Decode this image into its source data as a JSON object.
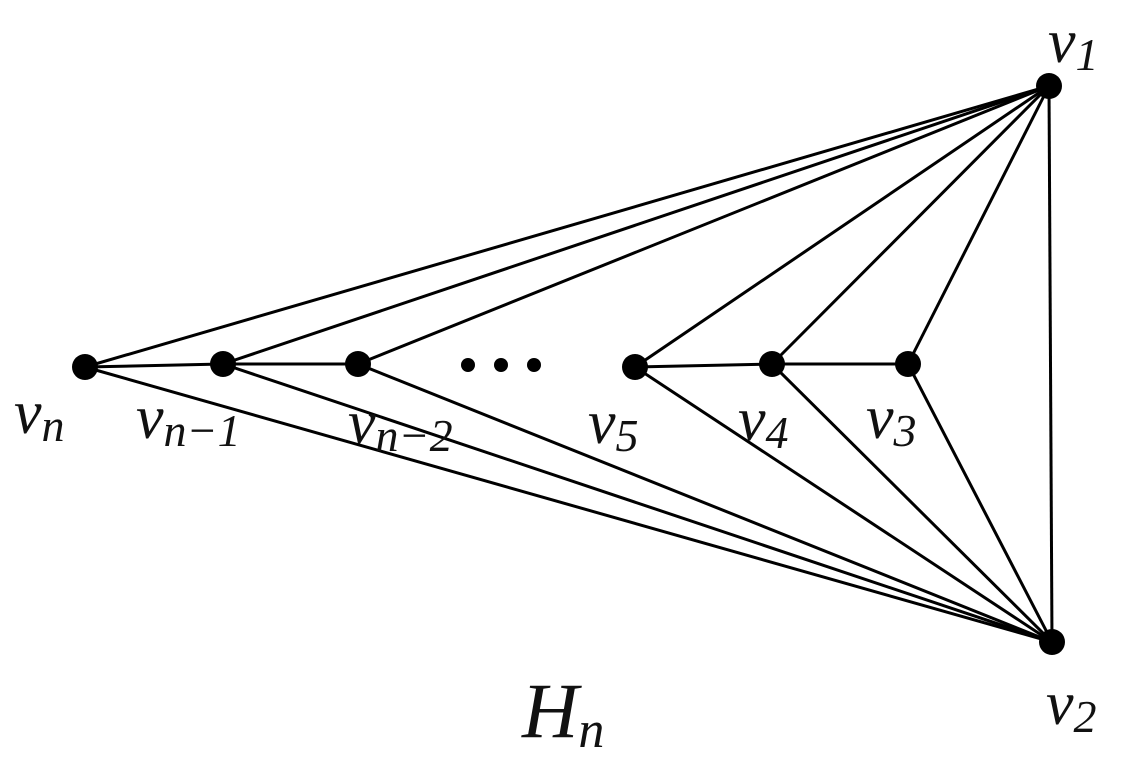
{
  "graph": {
    "title": {
      "main": "H",
      "sub": "n"
    },
    "ellipsis": "⋯",
    "vertices": [
      {
        "id": "v1",
        "base": "v",
        "sub": "1"
      },
      {
        "id": "v2",
        "base": "v",
        "sub": "2"
      },
      {
        "id": "v3",
        "base": "v",
        "sub": "3"
      },
      {
        "id": "v4",
        "base": "v",
        "sub": "4"
      },
      {
        "id": "v5",
        "base": "v",
        "sub": "5"
      },
      {
        "id": "vn-2",
        "base": "v",
        "sub": "n−2"
      },
      {
        "id": "vn-1",
        "base": "v",
        "sub": "n−1"
      },
      {
        "id": "vn",
        "base": "v",
        "sub": "n"
      }
    ],
    "edges": [
      [
        "v1",
        "v2"
      ],
      [
        "v1",
        "v3"
      ],
      [
        "v1",
        "v4"
      ],
      [
        "v1",
        "v5"
      ],
      [
        "v1",
        "vn-2"
      ],
      [
        "v1",
        "vn-1"
      ],
      [
        "v1",
        "vn"
      ],
      [
        "v2",
        "v3"
      ],
      [
        "v2",
        "v4"
      ],
      [
        "v2",
        "v5"
      ],
      [
        "v2",
        "vn-2"
      ],
      [
        "v2",
        "vn-1"
      ],
      [
        "v2",
        "vn"
      ],
      [
        "v3",
        "v4"
      ],
      [
        "v4",
        "v5"
      ],
      [
        "vn-2",
        "vn-1"
      ],
      [
        "vn-1",
        "vn"
      ]
    ]
  }
}
